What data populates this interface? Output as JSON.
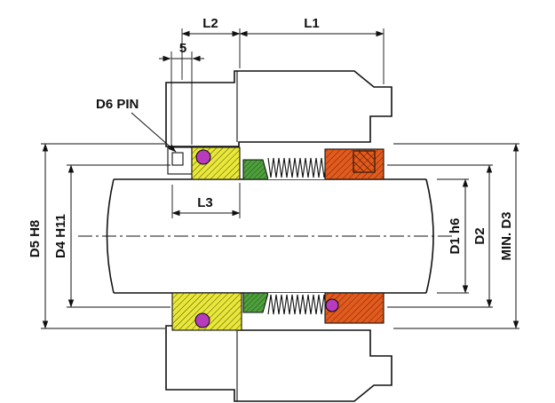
{
  "drawing": {
    "type": "mechanical-seal-cross-section",
    "dimension_labels": {
      "l1": "L1",
      "l2": "L2",
      "pin_offset": "5",
      "l3": "L3",
      "pin_callout": "D6 PIN",
      "seat_bore": "D5 H8",
      "inner_bore": "D4 H11",
      "shaft_diameter": "D1 h6",
      "d2": "D2",
      "min_clearance": "MIN. D3"
    },
    "colors": {
      "background": "#ffffff",
      "line": "#111111",
      "seat_yellow": "#e9e838",
      "ring_green": "#4f9f3b",
      "retainer_orange": "#e25a1d",
      "oring_purple": "#b73bbd",
      "hatch_yellow_line": "#44441a",
      "hatch_green_line": "#17541c",
      "hatch_orange_line": "#6b2604"
    }
  }
}
